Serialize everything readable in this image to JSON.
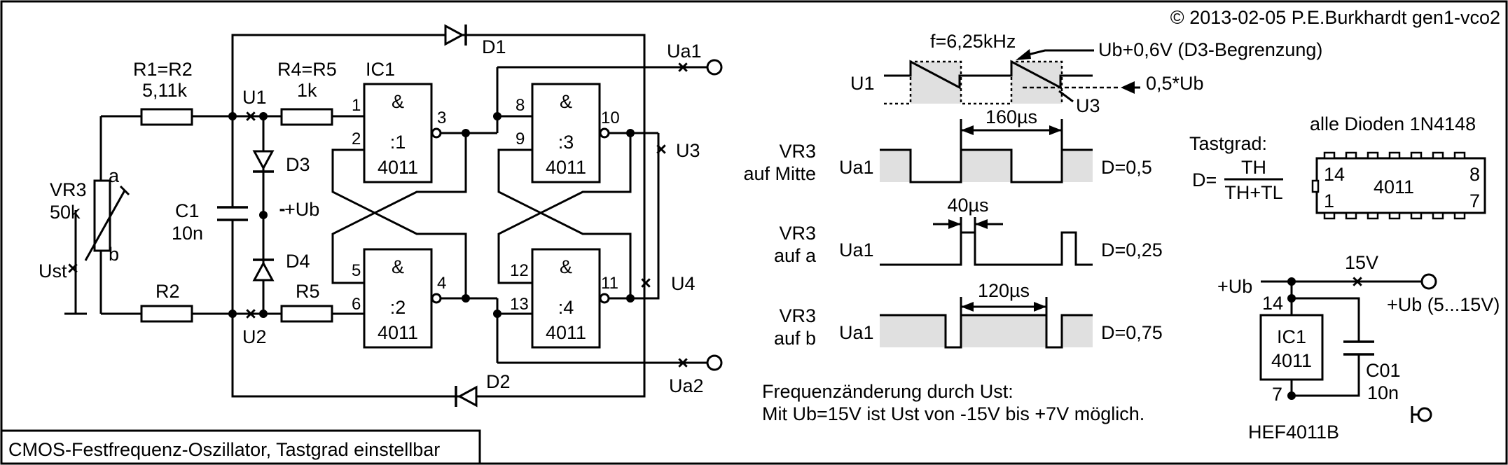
{
  "header": {
    "copyright": "© 2013-02-05 P.E.Burkhardt gen1-vco2"
  },
  "footer": {
    "title": "CMOS-Festfrequenz-Oszillator, Tastgrad einstellbar"
  },
  "schematic": {
    "r1r2": "R1=R2",
    "r1_value": "5,11k",
    "r4r5": "R4=R5",
    "r4_value": "1k",
    "r2": "R2",
    "r5": "R5",
    "ic1": "IC1",
    "vr3": "VR3",
    "vr3_value": "50k",
    "vr3_a": "a",
    "vr3_b": "b",
    "ust": "Ust",
    "c1": "C1",
    "c1_value": "10n",
    "u1": "U1",
    "u2": "U2",
    "u3": "U3",
    "u4": "U4",
    "d1": "D1",
    "d2": "D2",
    "d3": "D3",
    "d4": "D4",
    "plus_ub": "+Ub",
    "ua1": "Ua1",
    "ua2": "Ua2",
    "gates": [
      {
        "symbol": "&",
        "name": ":1",
        "type": "4011",
        "in_a": "1",
        "in_b": "2",
        "out": "3"
      },
      {
        "symbol": "&",
        "name": ":2",
        "type": "4011",
        "in_a": "5",
        "in_b": "6",
        "out": "4"
      },
      {
        "symbol": "&",
        "name": ":3",
        "type": "4011",
        "in_a": "8",
        "in_b": "9",
        "out": "10"
      },
      {
        "symbol": "&",
        "name": ":4",
        "type": "4011",
        "in_a": "12",
        "in_b": "13",
        "out": "11"
      }
    ]
  },
  "timing": {
    "freq": "f=6,25kHz",
    "ub_limit": "Ub+0,6V (D3-Begrenzung)",
    "u1": "U1",
    "u3": "U3",
    "half_ub": "0,5*Ub",
    "rows": [
      {
        "line1": "VR3",
        "line2": "auf Mitte",
        "signal": "Ua1",
        "duty": "D=0,5",
        "dim": "160µs"
      },
      {
        "line1": "VR3",
        "line2": "auf a",
        "signal": "Ua1",
        "duty": "D=0,25",
        "dim": "40µs"
      },
      {
        "line1": "VR3",
        "line2": "auf b",
        "signal": "Ua1",
        "duty": "D=0,75",
        "dim": "120µs"
      }
    ],
    "note1": "Frequenzänderung durch Ust:",
    "note2": "Mit Ub=15V ist Ust von -15V bis +7V möglich."
  },
  "duty_formula": {
    "title": "Tastgrad:",
    "lhs": "D=",
    "numerator": "TH",
    "denominator": "TH+TL"
  },
  "ic_package": {
    "title": "alle Dioden 1N4148",
    "pin14": "14",
    "pin8": "8",
    "pin1": "1",
    "pin7": "7",
    "name": "4011"
  },
  "supply": {
    "plus_ub": "+Ub",
    "v15": "15V",
    "plus_ub_range": "+Ub (5...15V)",
    "pin14": "14",
    "pin7": "7",
    "ic": "IC1",
    "ic_type": "4011",
    "c01": "C01",
    "c01_value": "10n",
    "part": "HEF4011B"
  }
}
